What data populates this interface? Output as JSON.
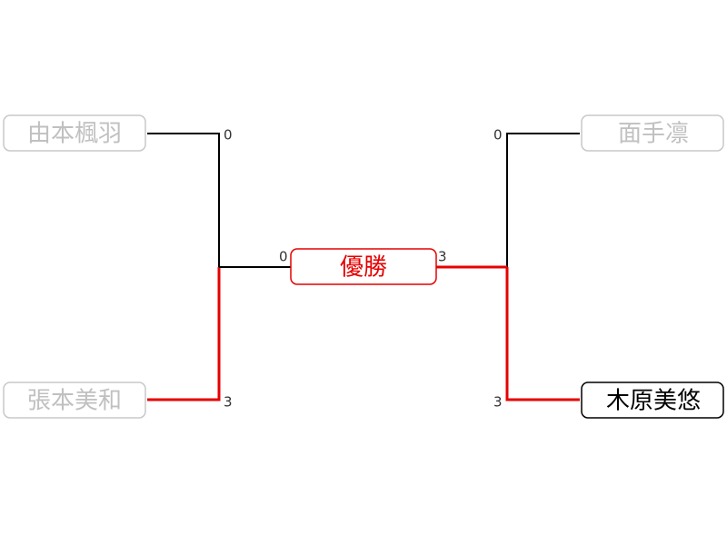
{
  "bracket": {
    "champion_label": "優勝",
    "left": {
      "top": {
        "name": "由本楓羽",
        "score": "0",
        "status": "eliminated"
      },
      "bottom": {
        "name": "張本美和",
        "score": "3",
        "status": "eliminated"
      },
      "final_score": "0"
    },
    "right": {
      "top": {
        "name": "面手凛",
        "score": "0",
        "status": "eliminated"
      },
      "bottom": {
        "name": "木原美悠",
        "score": "3",
        "status": "champion"
      },
      "final_score": "3"
    }
  },
  "colors": {
    "winner_path": "#e60000",
    "line": "#000000",
    "eliminated_text": "#c0c0c0",
    "eliminated_border": "#c8c8c8",
    "champion_text": "#000000",
    "champion_border": "#000000"
  }
}
